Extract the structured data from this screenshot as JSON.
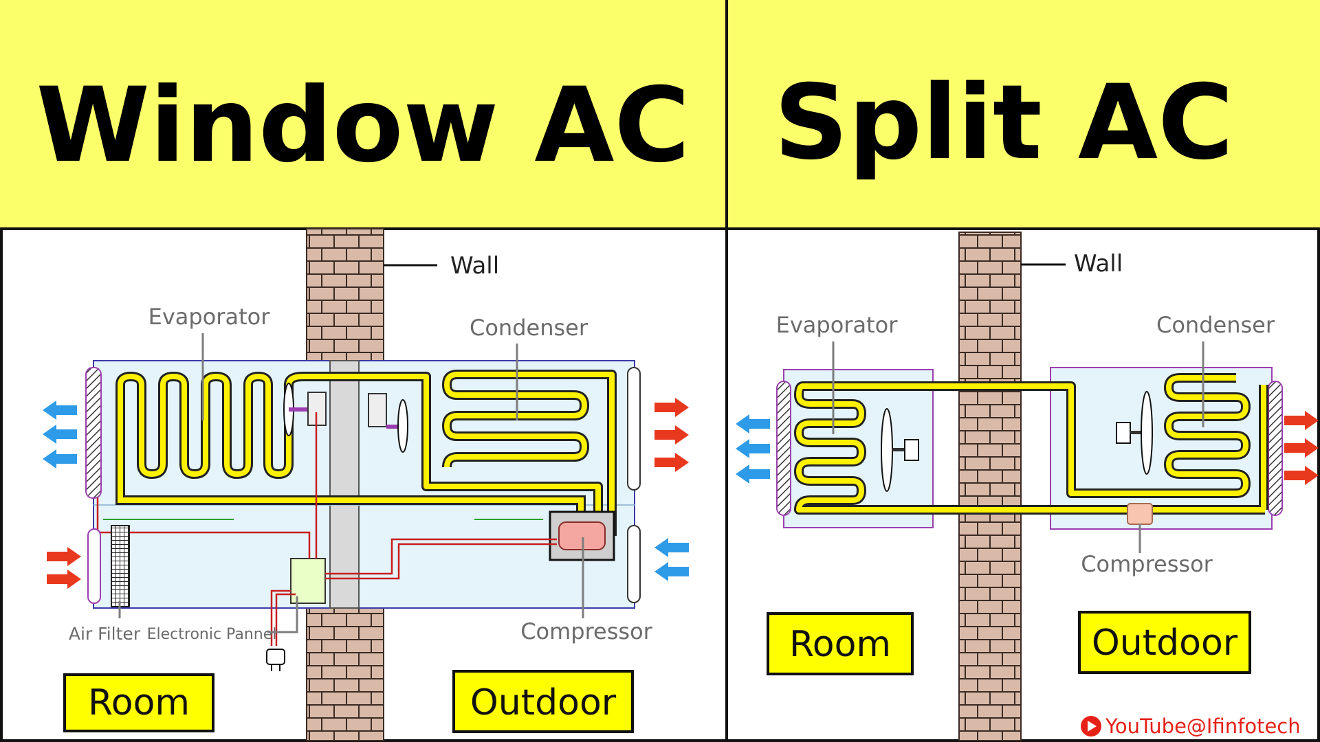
{
  "panels": {
    "left": {
      "title": "Window AC",
      "labels": {
        "wall": "Wall",
        "evaporator": "Evaporator",
        "condenser": "Condenser",
        "compressor": "Compressor",
        "air_filter": "Air Filter",
        "electronic_panel": "Electronic Pannel",
        "room": "Room",
        "outdoor": "Outdoor"
      }
    },
    "right": {
      "title": "Split AC",
      "labels": {
        "wall": "Wall",
        "evaporator": "Evaporator",
        "condenser": "Condenser",
        "compressor": "Compressor",
        "room": "Room",
        "outdoor": "Outdoor"
      }
    }
  },
  "watermark": "YouTube@Ifinfotech",
  "colors": {
    "header_bg": "#FBFF6A",
    "tube": "#FFF200",
    "brick": "#D8B8A8",
    "unit_fill": "#E4F4FA",
    "hot_arrow": "#E8391E",
    "cold_arrow": "#2E9BE8",
    "label_gray": "#6b6b6b",
    "box_yellow": "#FFFF00"
  },
  "icons": [
    "fan-icon",
    "youtube-icon",
    "plug-icon"
  ]
}
